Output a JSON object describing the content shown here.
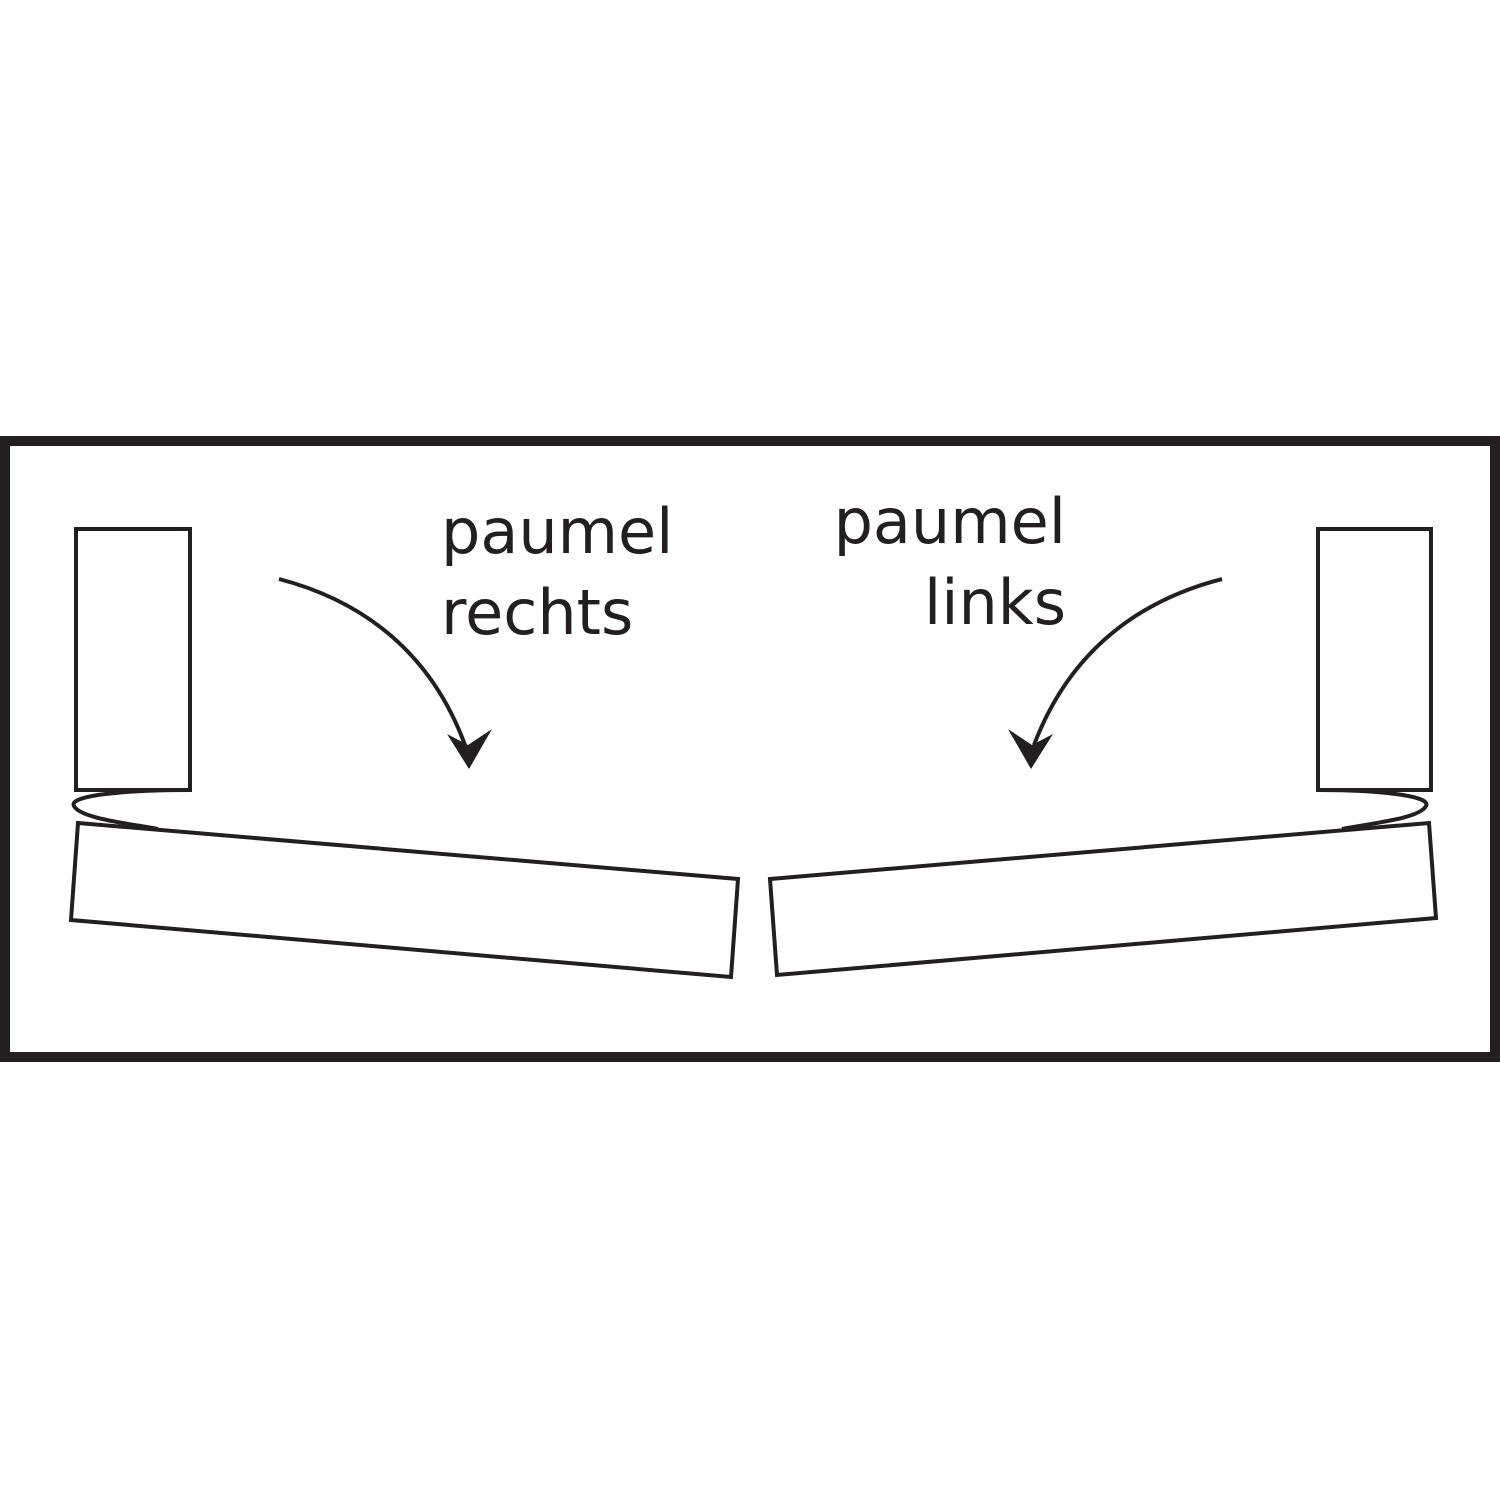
{
  "colors": {
    "stroke": "#231f20",
    "background": "#ffffff"
  },
  "labels": {
    "right": {
      "line1": "paumel",
      "line2": "rechts"
    },
    "left": {
      "line1": "paumel",
      "line2": "links"
    }
  },
  "icons": {
    "left_arrow": "curved-arrow-down-right-icon",
    "right_arrow": "curved-arrow-down-left-icon"
  }
}
